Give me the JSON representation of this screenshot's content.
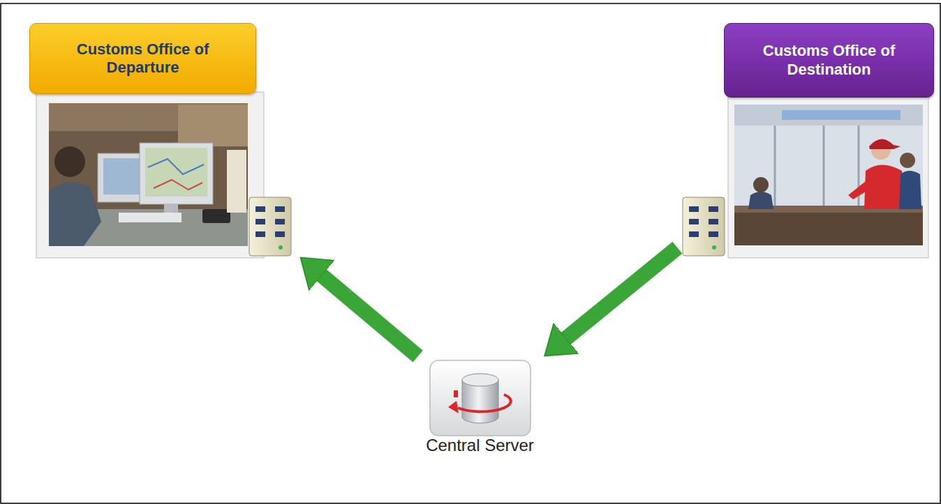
{
  "diagram": {
    "nodes": [
      {
        "text": [
          "Customs Office of Departure"
        ]
      },
      {
        "text": [
          "Customs Office of Destination"
        ]
      },
      {
        "text": [
          "Central Server"
        ]
      }
    ],
    "edges": [
      {
        "from": 1,
        "to": 2,
        "arrow": "to"
      },
      {
        "from": 2,
        "to": 0,
        "arrow": "to"
      }
    ]
  }
}
